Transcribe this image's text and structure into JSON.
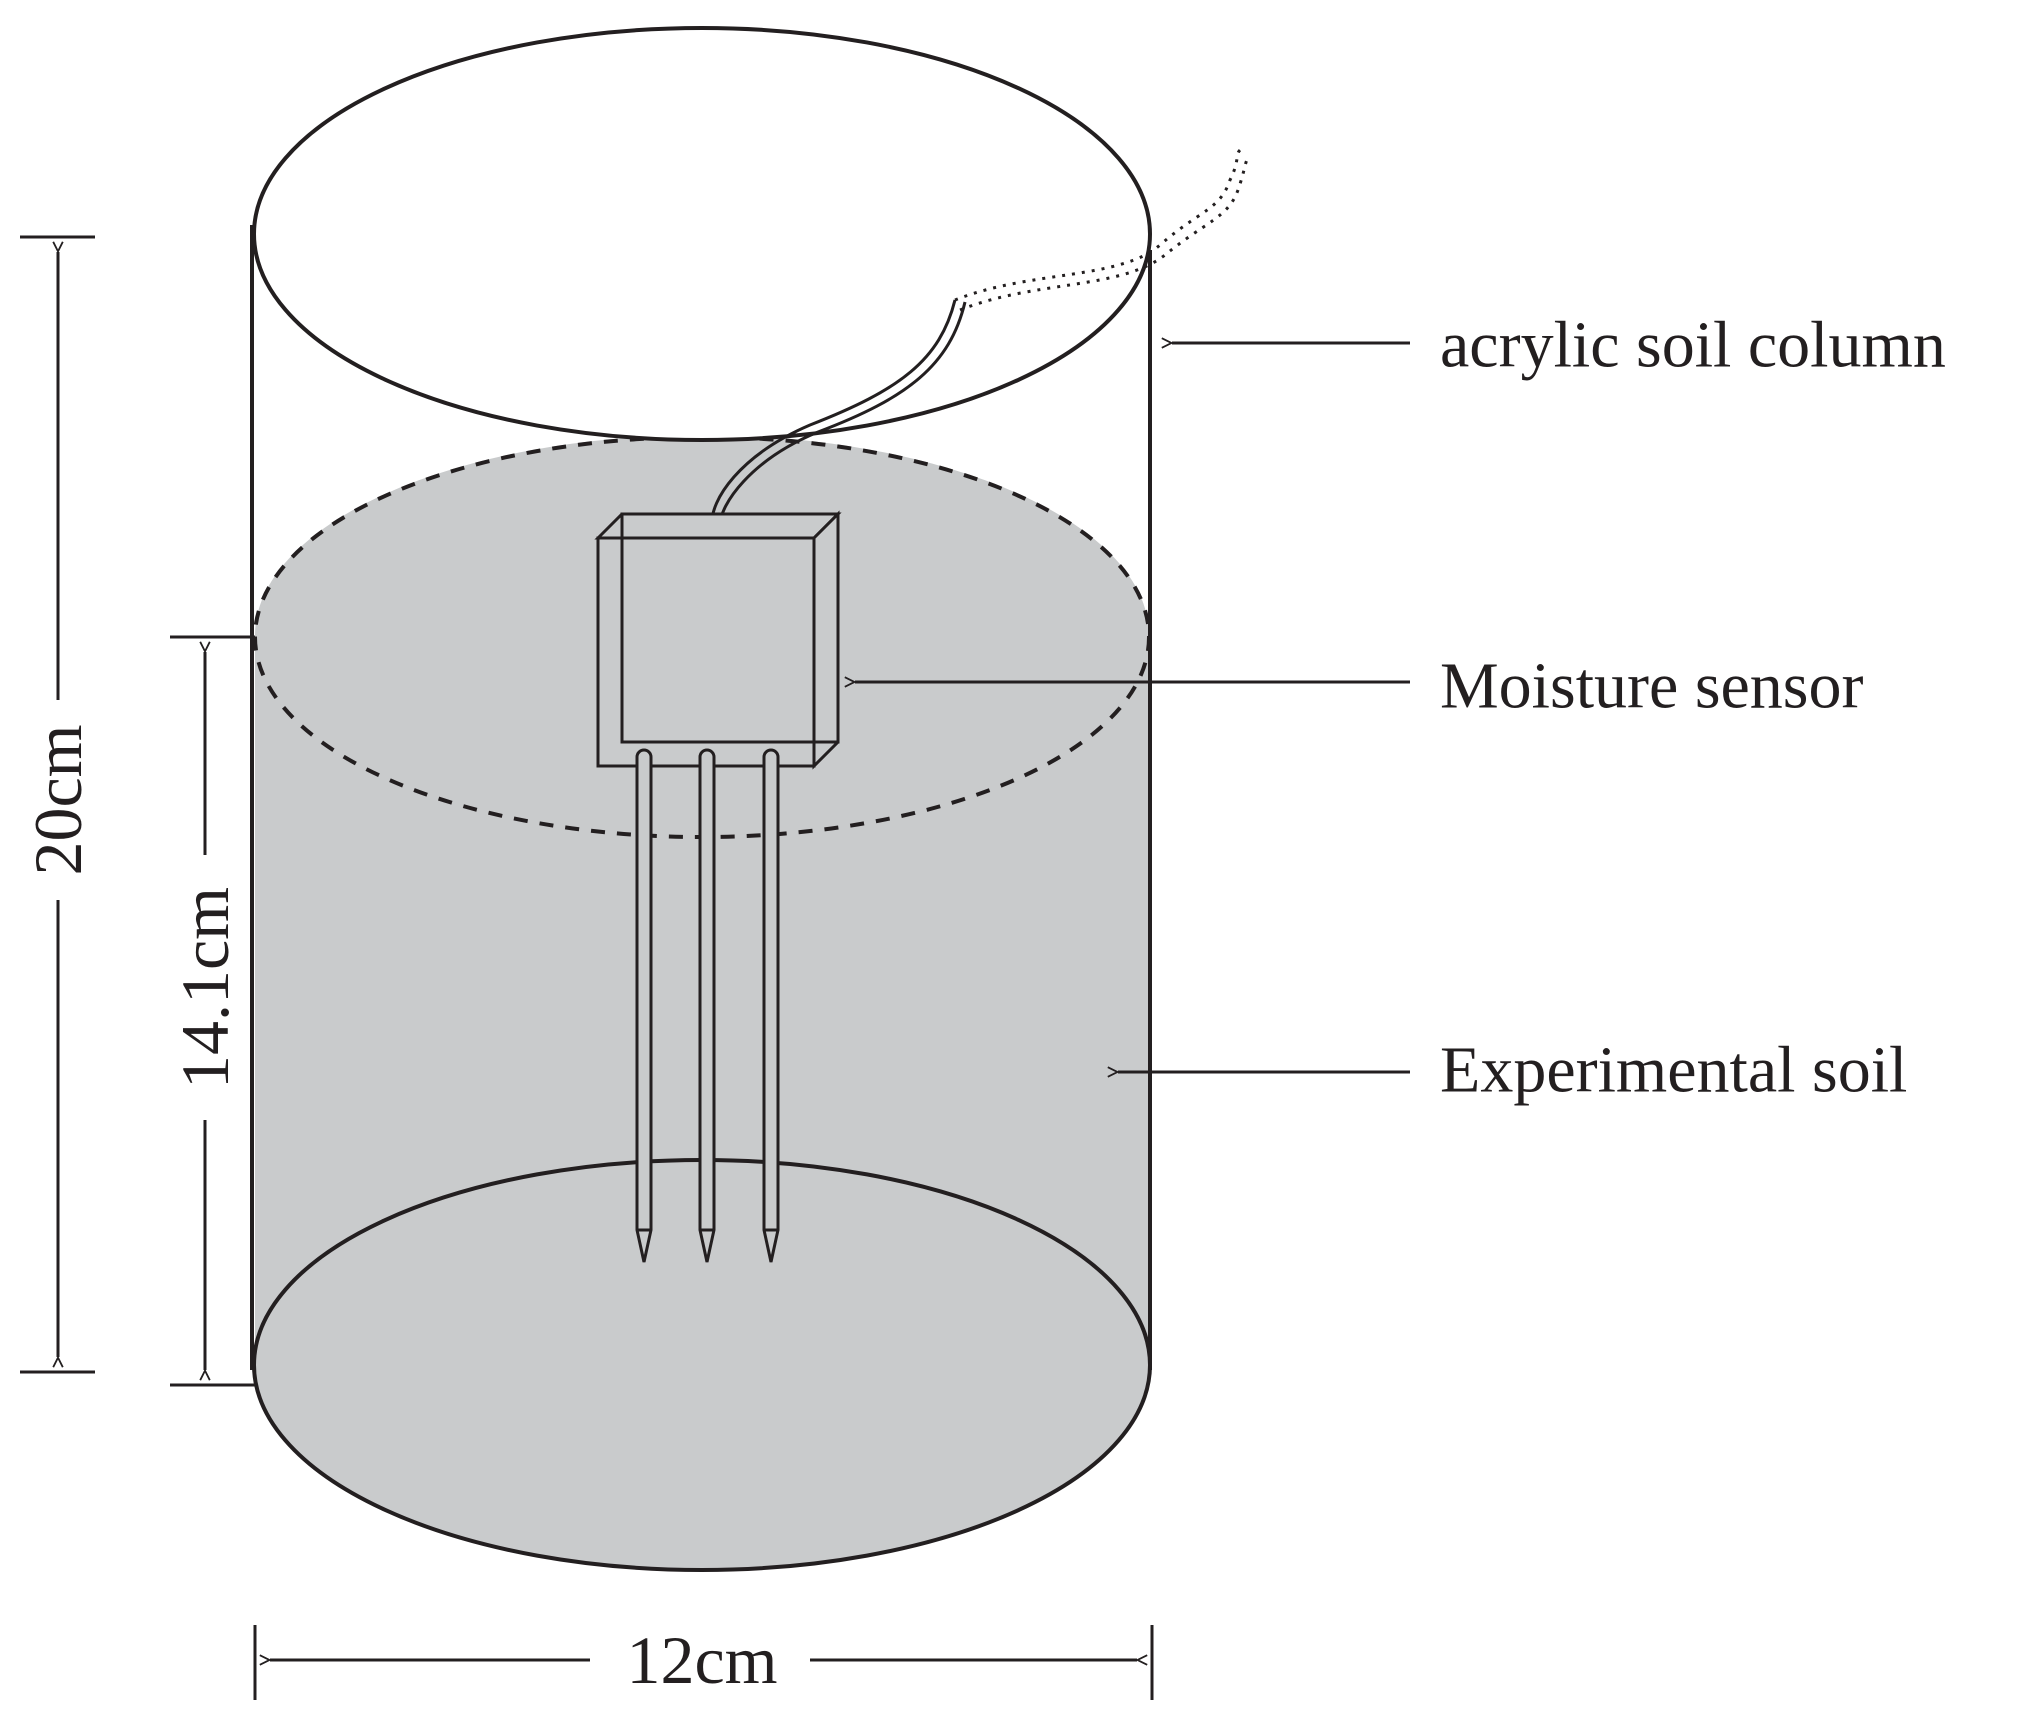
{
  "labels": {
    "acrylic_column": "acrylic soil column",
    "moisture_sensor": "Moisture sensor",
    "experimental_soil": "Experimental soil"
  },
  "dimensions": {
    "total_height": "20cm",
    "soil_height": "14.1cm",
    "diameter": "12cm"
  },
  "colors": {
    "soil": "#c9cbcc",
    "line": "#231f20",
    "background": "#ffffff"
  }
}
